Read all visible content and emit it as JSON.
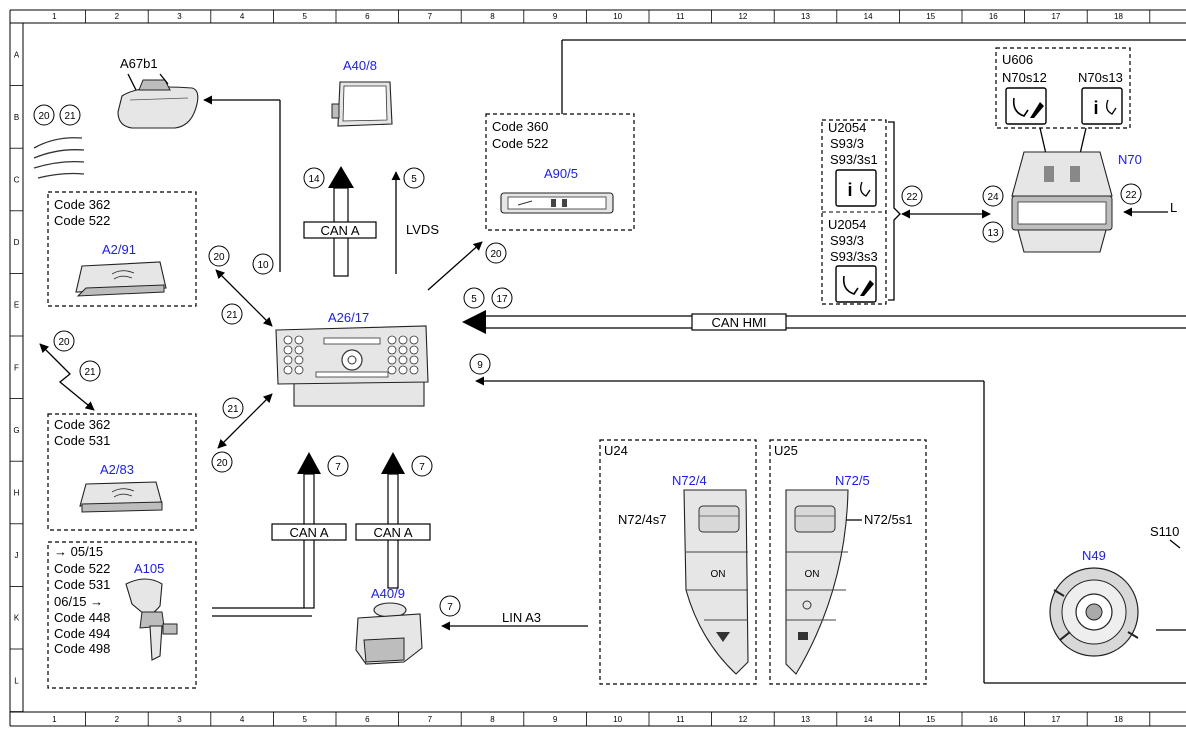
{
  "ruler": {
    "columns": [
      "1",
      "2",
      "3",
      "4",
      "5",
      "6",
      "7",
      "8",
      "9",
      "10",
      "11",
      "12",
      "13",
      "14",
      "15",
      "16",
      "17",
      "18"
    ],
    "rows": [
      "A",
      "B",
      "C",
      "D",
      "E",
      "F",
      "G",
      "H",
      "J",
      "K",
      "L"
    ]
  },
  "components": {
    "a67b1": "A67b1",
    "a40_8": "A40/8",
    "a2_91": "A2/91",
    "a26_17": "A26/17",
    "a90_5": "A90/5",
    "a2_83": "A2/83",
    "a105": "A105",
    "a40_9": "A40/9",
    "u24": "U24",
    "u25": "U25",
    "n72_4": "N72/4",
    "n72_4s7": "N72/4s7",
    "n72_5": "N72/5",
    "n72_5s1": "N72/5s1",
    "u606": "U606",
    "n70s12": "N70s12",
    "n70s13": "N70s13",
    "n70": "N70",
    "u2054_a": "U2054",
    "s93_3_a": "S93/3",
    "s93_3s1": "S93/3s1",
    "u2054_b": "U2054",
    "s93_3_b": "S93/3",
    "s93_3s3": "S93/3s3",
    "n49": "N49",
    "s110": "S110"
  },
  "codes": {
    "a90": [
      "Code 360",
      "Code 522"
    ],
    "a2_91": [
      "Code 362",
      "Code 522"
    ],
    "a2_83": [
      "Code 362",
      "Code 531"
    ],
    "a105": [
      "→ 05/15",
      "Code 522",
      "Code 531",
      "06/15 →",
      "Code 448",
      "Code 494",
      "Code 498"
    ]
  },
  "buses": {
    "can_a_top": "CAN A",
    "lvds": "LVDS",
    "can_hmi": "CAN HMI",
    "can_a_left": "CAN A",
    "can_a_right": "CAN A",
    "lin_a3": "LIN A3",
    "lin_edge": "L"
  },
  "switch_labels": {
    "on_u24": "ON",
    "on_u25": "ON"
  },
  "callouts": {
    "c20_top": "20",
    "c21_top": "21",
    "c14": "14",
    "c5_top": "5",
    "c20_a": "20",
    "c10": "10",
    "c21_a": "21",
    "c20_b": "20",
    "c5_mid": "5",
    "c17": "17",
    "c9": "9",
    "c20_c": "20",
    "c21_c": "21",
    "c21_d": "21",
    "c20_d": "20",
    "c7_a": "7",
    "c7_b": "7",
    "c7_c": "7",
    "c22_a": "22",
    "c24": "24",
    "c13": "13",
    "c22_b": "22"
  }
}
